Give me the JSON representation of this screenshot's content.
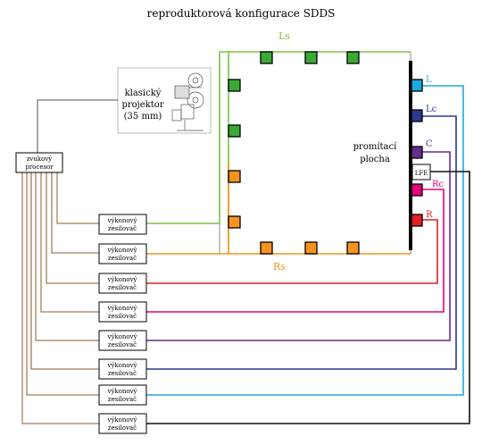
{
  "title": "reproduktorová konfigurace SDDS",
  "projector_label": [
    "klasický",
    "projektor",
    "(35 mm)"
  ],
  "processor_label": [
    "zvukový",
    "procesor"
  ],
  "screen_label": [
    "promítací",
    "plocha"
  ],
  "amp_label": [
    "výkonový",
    "zesilovač"
  ],
  "channels": {
    "ls": "Ls",
    "rs": "Rs",
    "l": "L",
    "lc": "Lc",
    "c": "C",
    "lfe": "LFE",
    "rc": "Rc",
    "r": "R"
  },
  "colors": {
    "green": "#7cc242",
    "orange": "#f7931e",
    "cyan": "#1fa8e0",
    "navy": "#2b3990",
    "purple": "#662d91",
    "magenta": "#e6007e",
    "red": "#e31e24",
    "black": "#111111",
    "brown": "#8b5a2b",
    "gray": "#777777"
  }
}
